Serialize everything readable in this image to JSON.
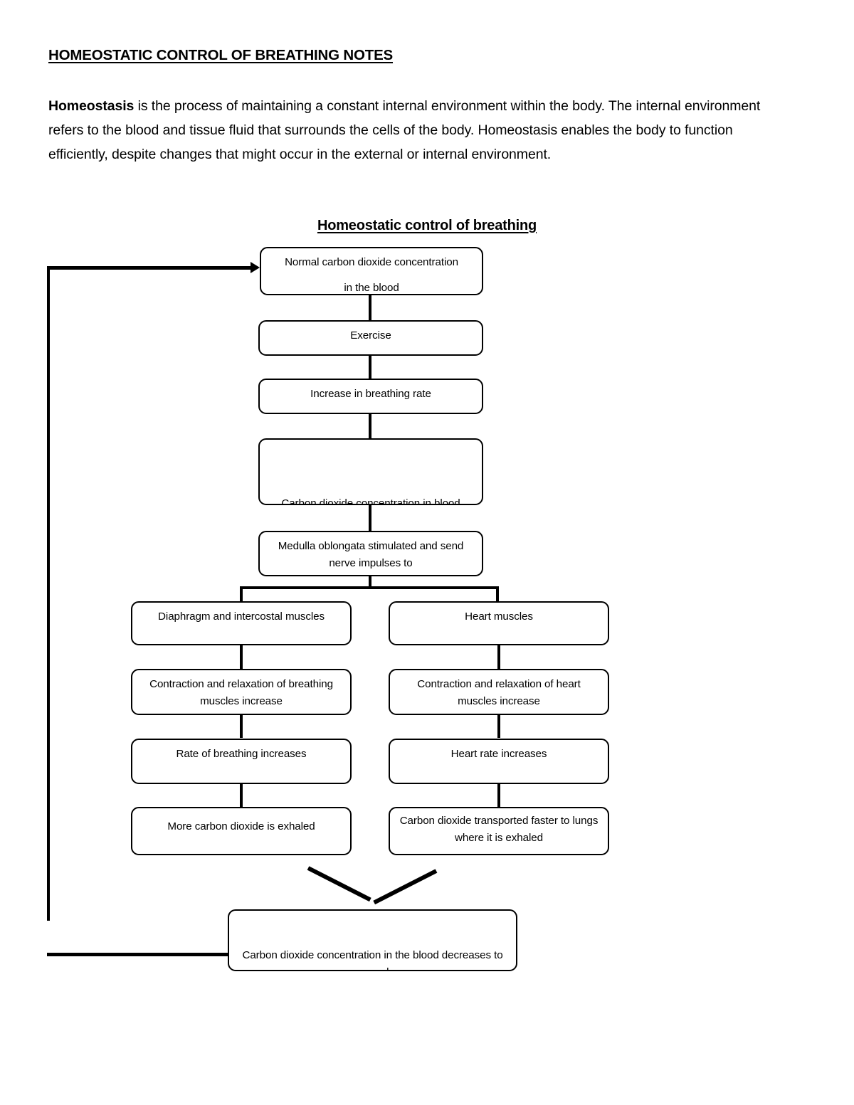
{
  "document": {
    "heading": "HOMEOSTATIC CONTROL OF BREATHING NOTES",
    "paragraph_lead": "Homeostasis",
    "paragraph_rest": " is the process of maintaining a constant internal environment within the body. The internal environment refers to the blood and tissue fluid that surrounds the cells of the body. Homeostasis enables the body to function efficiently, despite changes that might occur in the external or internal environment."
  },
  "diagram": {
    "title": "Homeostatic control of breathing",
    "nodes": {
      "normal_co2": "Normal carbon dioxide concentration\n\nin the blood",
      "normal_co2_line1": "Normal carbon dioxide concentration",
      "normal_co2_line2": "in the blood",
      "exercise": "Exercise",
      "increase_breathing_rate": "Increase in breathing rate",
      "co2_concentration_blood": "Carbon dioxide concentration in blood",
      "medulla": "Medulla oblongata stimulated and send nerve impulses to",
      "diaphragm_intercostal": "Diaphragm and intercostal muscles",
      "heart_muscles": "Heart muscles",
      "contraction_breathing": "Contraction and relaxation of breathing muscles increase",
      "contraction_heart": "Contraction and relaxation of heart muscles increase",
      "rate_breathing": "Rate of breathing increases",
      "heart_rate": "Heart rate increases",
      "more_co2_exhaled": "More carbon dioxide is exhaled",
      "co2_transported": "Carbon dioxide transported faster to lungs where it is exhaled",
      "co2_decreases": "Carbon dioxide concentration in the blood decreases to normal"
    }
  },
  "colors": {
    "ink": "#000000",
    "page": "#ffffff"
  }
}
